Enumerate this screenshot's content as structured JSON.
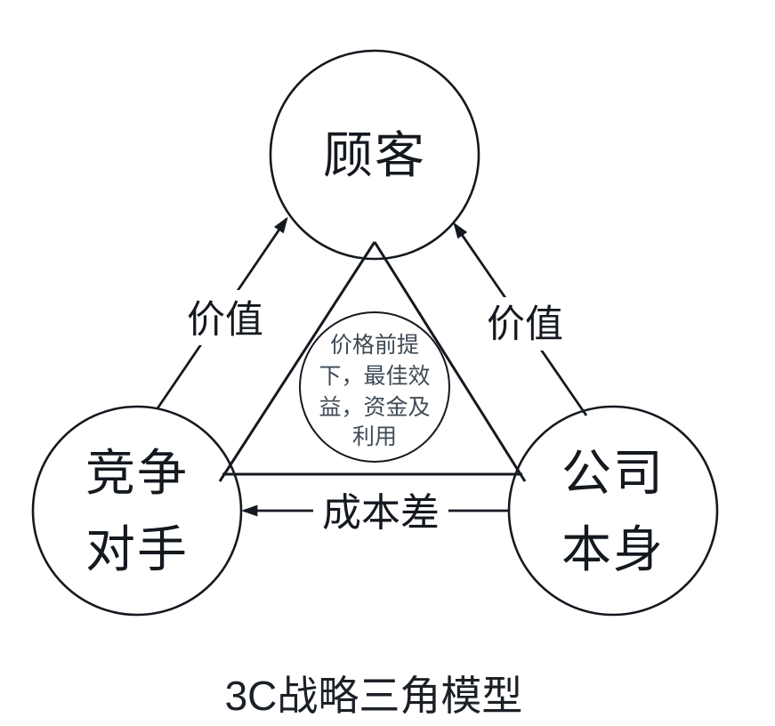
{
  "title": "3C战略三角模型",
  "colors": {
    "stroke": "#14191f",
    "label_text": "#14191f",
    "core_text": "#3e4a55",
    "background": "#ffffff"
  },
  "nodes": {
    "customer": {
      "label": "顾客"
    },
    "competitor": {
      "line1": "竞争",
      "line2": "对手"
    },
    "company": {
      "line1": "公司",
      "line2": "本身"
    },
    "core": {
      "line1": "价格前提",
      "line2": "下，最佳效",
      "line3": "益，资金及",
      "line4": "利用"
    }
  },
  "edges": {
    "value_left": {
      "label": "价值"
    },
    "value_right": {
      "label": "价值"
    },
    "cost_gap": {
      "label": "成本差"
    }
  }
}
